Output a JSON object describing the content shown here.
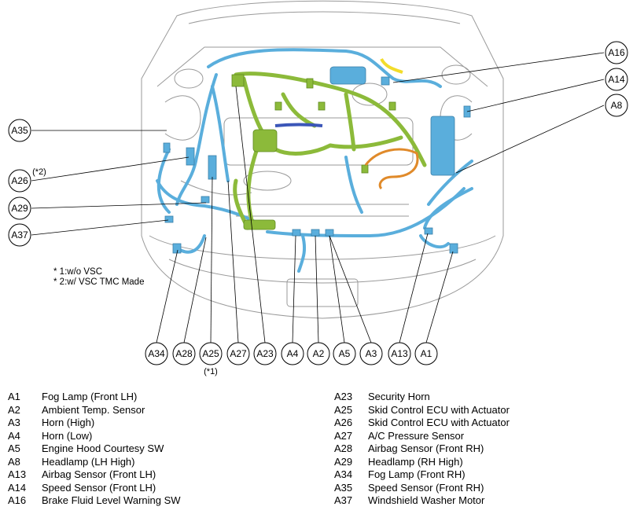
{
  "callouts": [
    {
      "id": "A16",
      "extra": ""
    },
    {
      "id": "A14",
      "extra": ""
    },
    {
      "id": "A8",
      "extra": ""
    },
    {
      "id": "A35",
      "extra": ""
    },
    {
      "id": "A26",
      "extra": "(*2)"
    },
    {
      "id": "A29",
      "extra": ""
    },
    {
      "id": "A37",
      "extra": ""
    },
    {
      "id": "A34",
      "extra": ""
    },
    {
      "id": "A28",
      "extra": ""
    },
    {
      "id": "A25",
      "extra": "(*1)"
    },
    {
      "id": "A27",
      "extra": ""
    },
    {
      "id": "A23",
      "extra": ""
    },
    {
      "id": "A4",
      "extra": ""
    },
    {
      "id": "A2",
      "extra": ""
    },
    {
      "id": "A5",
      "extra": ""
    },
    {
      "id": "A3",
      "extra": ""
    },
    {
      "id": "A13",
      "extra": ""
    },
    {
      "id": "A1",
      "extra": ""
    }
  ],
  "notes": [
    "* 1:w/o VSC",
    "* 2:w/ VSC TMC Made"
  ],
  "legend_left": [
    {
      "code": "A1",
      "name": "Fog Lamp (Front LH)"
    },
    {
      "code": "A2",
      "name": "Ambient Temp. Sensor"
    },
    {
      "code": "A3",
      "name": "Horn (High)"
    },
    {
      "code": "A4",
      "name": "Horn (Low)"
    },
    {
      "code": "A5",
      "name": "Engine Hood Courtesy SW"
    },
    {
      "code": "A8",
      "name": "Headlamp (LH High)"
    },
    {
      "code": "A13",
      "name": "Airbag Sensor (Front LH)"
    },
    {
      "code": "A14",
      "name": "Speed Sensor (Front LH)"
    },
    {
      "code": "A16",
      "name": "Brake Fluid Level Warning SW"
    }
  ],
  "legend_right": [
    {
      "code": "A23",
      "name": "Security Horn"
    },
    {
      "code": "A25",
      "name": "Skid Control ECU with Actuator"
    },
    {
      "code": "A26",
      "name": "Skid Control ECU with Actuator"
    },
    {
      "code": "A27",
      "name": "A/C Pressure Sensor"
    },
    {
      "code": "A28",
      "name": "Airbag Sensor (Front RH)"
    },
    {
      "code": "A29",
      "name": "Headlamp (RH High)"
    },
    {
      "code": "A34",
      "name": "Fog Lamp (Front RH)"
    },
    {
      "code": "A35",
      "name": "Speed Sensor (Front RH)"
    },
    {
      "code": "A37",
      "name": "Windshield Washer Motor"
    }
  ],
  "colors": {
    "harness_blue": "#5aaedc",
    "harness_green": "#8cba3a",
    "harness_orange": "#e08a2a",
    "harness_yellow": "#f2dc2a",
    "harness_navy": "#3b56b8",
    "outline": "#8a8a8a"
  }
}
